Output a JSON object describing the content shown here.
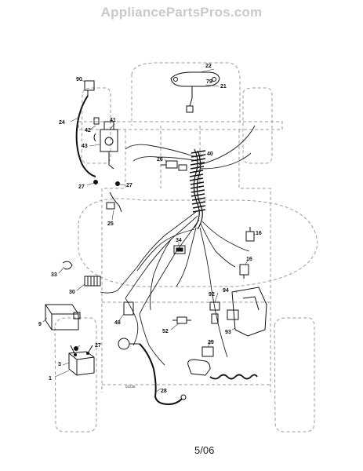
{
  "watermark": "AppliancePartsPros.com",
  "page_number": "5/06",
  "figure_code": "02236",
  "callouts": [
    {
      "id": "c90",
      "text": "90"
    },
    {
      "id": "c22",
      "text": "22"
    },
    {
      "id": "c79",
      "text": "79"
    },
    {
      "id": "c21",
      "text": "21"
    },
    {
      "id": "c42",
      "text": "42"
    },
    {
      "id": "c24",
      "text": "24"
    },
    {
      "id": "c41",
      "text": "41"
    },
    {
      "id": "c43",
      "text": "43"
    },
    {
      "id": "c40",
      "text": "40"
    },
    {
      "id": "c26",
      "text": "26"
    },
    {
      "id": "c27a",
      "text": "27"
    },
    {
      "id": "c27b",
      "text": "27"
    },
    {
      "id": "c25",
      "text": "25"
    },
    {
      "id": "c16a",
      "text": "16"
    },
    {
      "id": "c34",
      "text": "34"
    },
    {
      "id": "c16b",
      "text": "16"
    },
    {
      "id": "c33",
      "text": "33"
    },
    {
      "id": "c30",
      "text": "30"
    },
    {
      "id": "c92",
      "text": "92"
    },
    {
      "id": "c94",
      "text": "94"
    },
    {
      "id": "c9",
      "text": "9"
    },
    {
      "id": "c48",
      "text": "48"
    },
    {
      "id": "c52",
      "text": "52"
    },
    {
      "id": "c93",
      "text": "93"
    },
    {
      "id": "c27c",
      "text": "27"
    },
    {
      "id": "c29",
      "text": "29"
    },
    {
      "id": "c3",
      "text": "3"
    },
    {
      "id": "c1",
      "text": "1"
    },
    {
      "id": "c28",
      "text": "28"
    }
  ]
}
